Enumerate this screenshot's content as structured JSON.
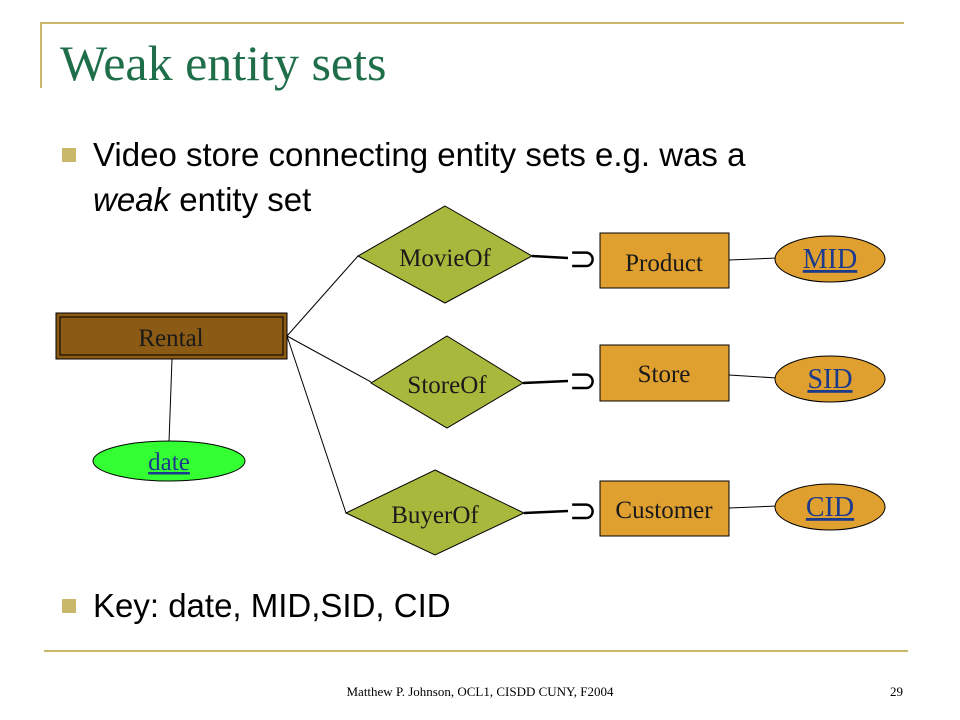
{
  "slide": {
    "title": "Weak entity sets",
    "bullet1_line1": "Video store connecting entity sets e.g. was a",
    "bullet1_line2_italic": "weak",
    "bullet1_line2_rest": " entity set",
    "bullet2": "Key: date, MID,SID, CID",
    "footer": "Matthew P. Johnson, OCL1, CISDD CUNY, F2004",
    "page_number": "29",
    "accent_color": "#c9b86a",
    "title_color": "#1f6e4a"
  },
  "diagram": {
    "entities": {
      "rental": "Rental",
      "product": "Product",
      "store": "Store",
      "customer": "Customer"
    },
    "relationships": {
      "movieof": "MovieOf",
      "storeof": "StoreOf",
      "buyerof": "BuyerOf"
    },
    "attributes": {
      "date": "date",
      "mid": "MID",
      "sid": "SID",
      "cid": "CID"
    },
    "superset_symbol": "⊃",
    "colors": {
      "rental_fill": "#8b5a14",
      "entity_fill": "#e0a030",
      "relationship_fill": "#a8b83c",
      "date_fill": "#33ff33",
      "key_attr_fill": "#e0a030",
      "key_attr_text": "#1c3a8c"
    }
  }
}
